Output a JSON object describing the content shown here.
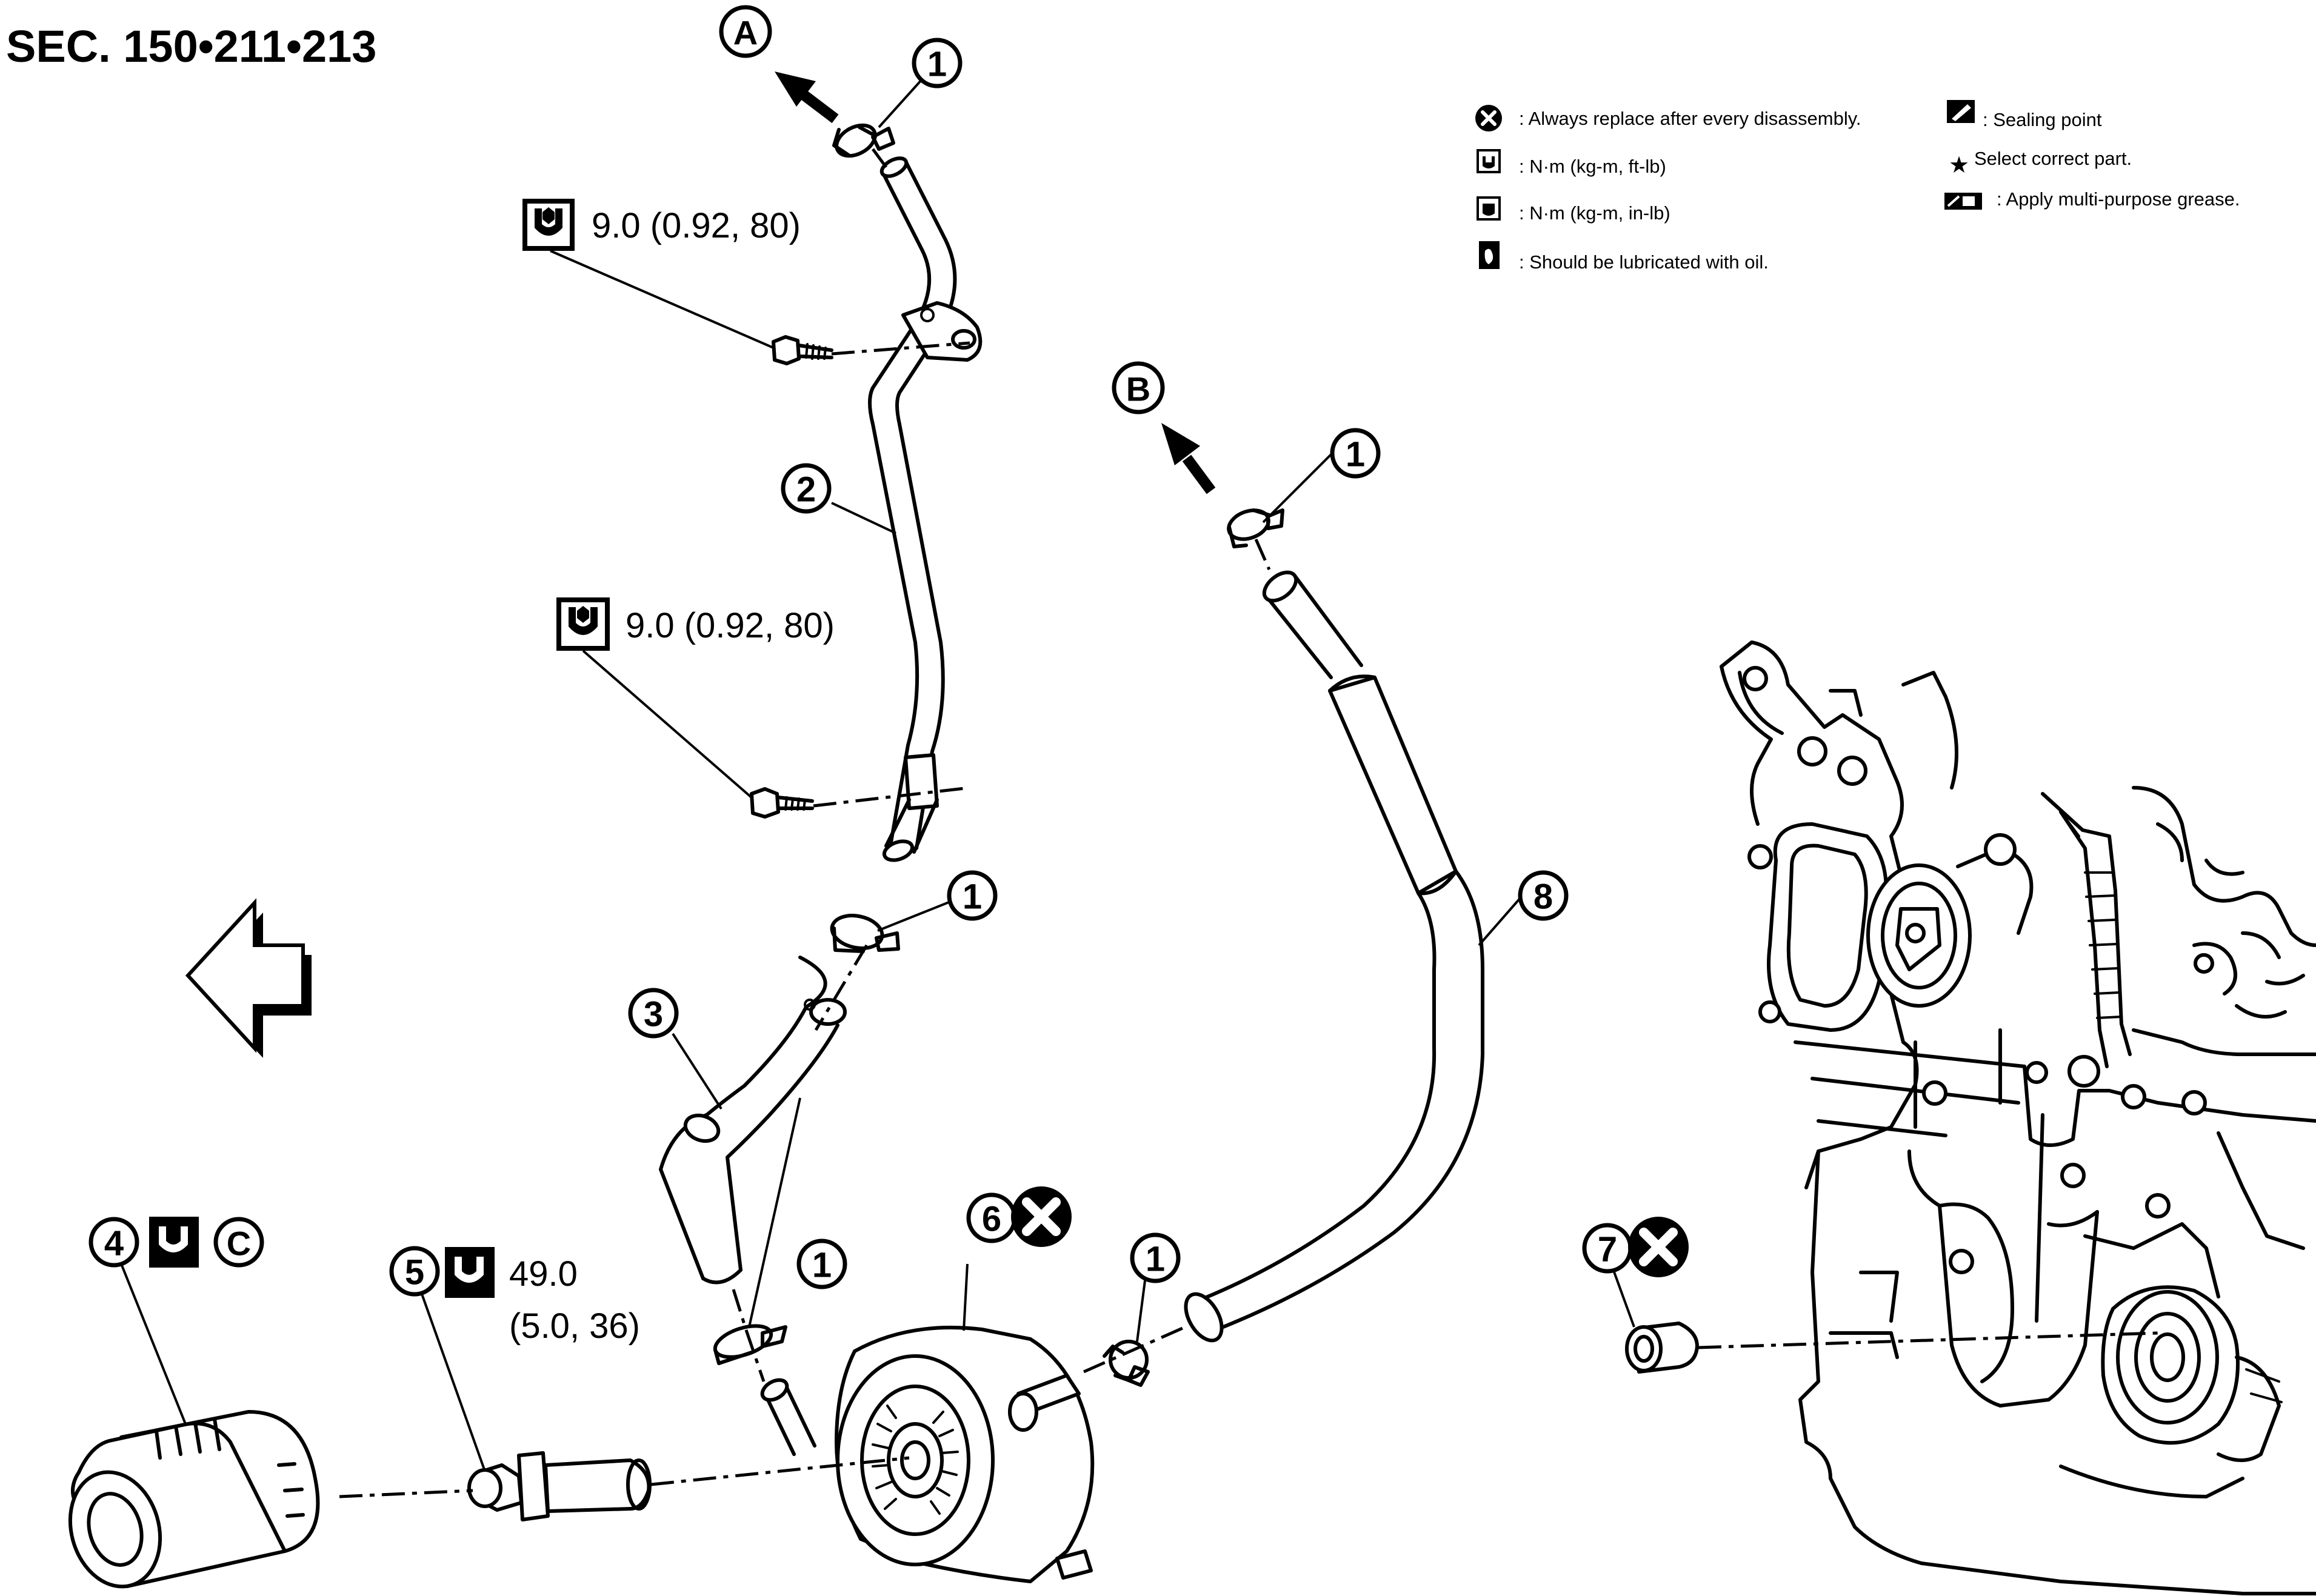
{
  "header": {
    "section": "SEC. 150•211•213"
  },
  "legend": {
    "always_replace": ": Always replace after every disassembly.",
    "torque_ft_lb": ": N·m (kg-m, ft-lb)",
    "torque_in_lb": ": N·m (kg-m, in-lb)",
    "lubricate_oil": ": Should be lubricated with oil.",
    "sealing_point": ": Sealing point",
    "select_part": "Select correct part.",
    "multi_purpose_grease": ": Apply multi-purpose grease."
  },
  "torque_specs": {
    "upper_bolt": "9.0 (0.92, 80)",
    "lower_bolt": "9.0 (0.92, 80)",
    "connector_bolt_value": "49.0",
    "connector_bolt_units": "(5.0, 36)"
  },
  "callouts": {
    "n1": "1",
    "n2": "2",
    "n3": "3",
    "n4": "4",
    "n5": "5",
    "n6": "6",
    "n7": "7",
    "n8": "8",
    "a": "A",
    "b": "B",
    "c": "C"
  },
  "icons": {
    "replace": "replace-x-icon",
    "torque": "torque-wrench-icon",
    "lubricate": "oil-can-icon",
    "sealing": "sealant-icon",
    "star": "star-icon",
    "grease": "grease-icon",
    "front": "front-direction-arrow-icon"
  }
}
